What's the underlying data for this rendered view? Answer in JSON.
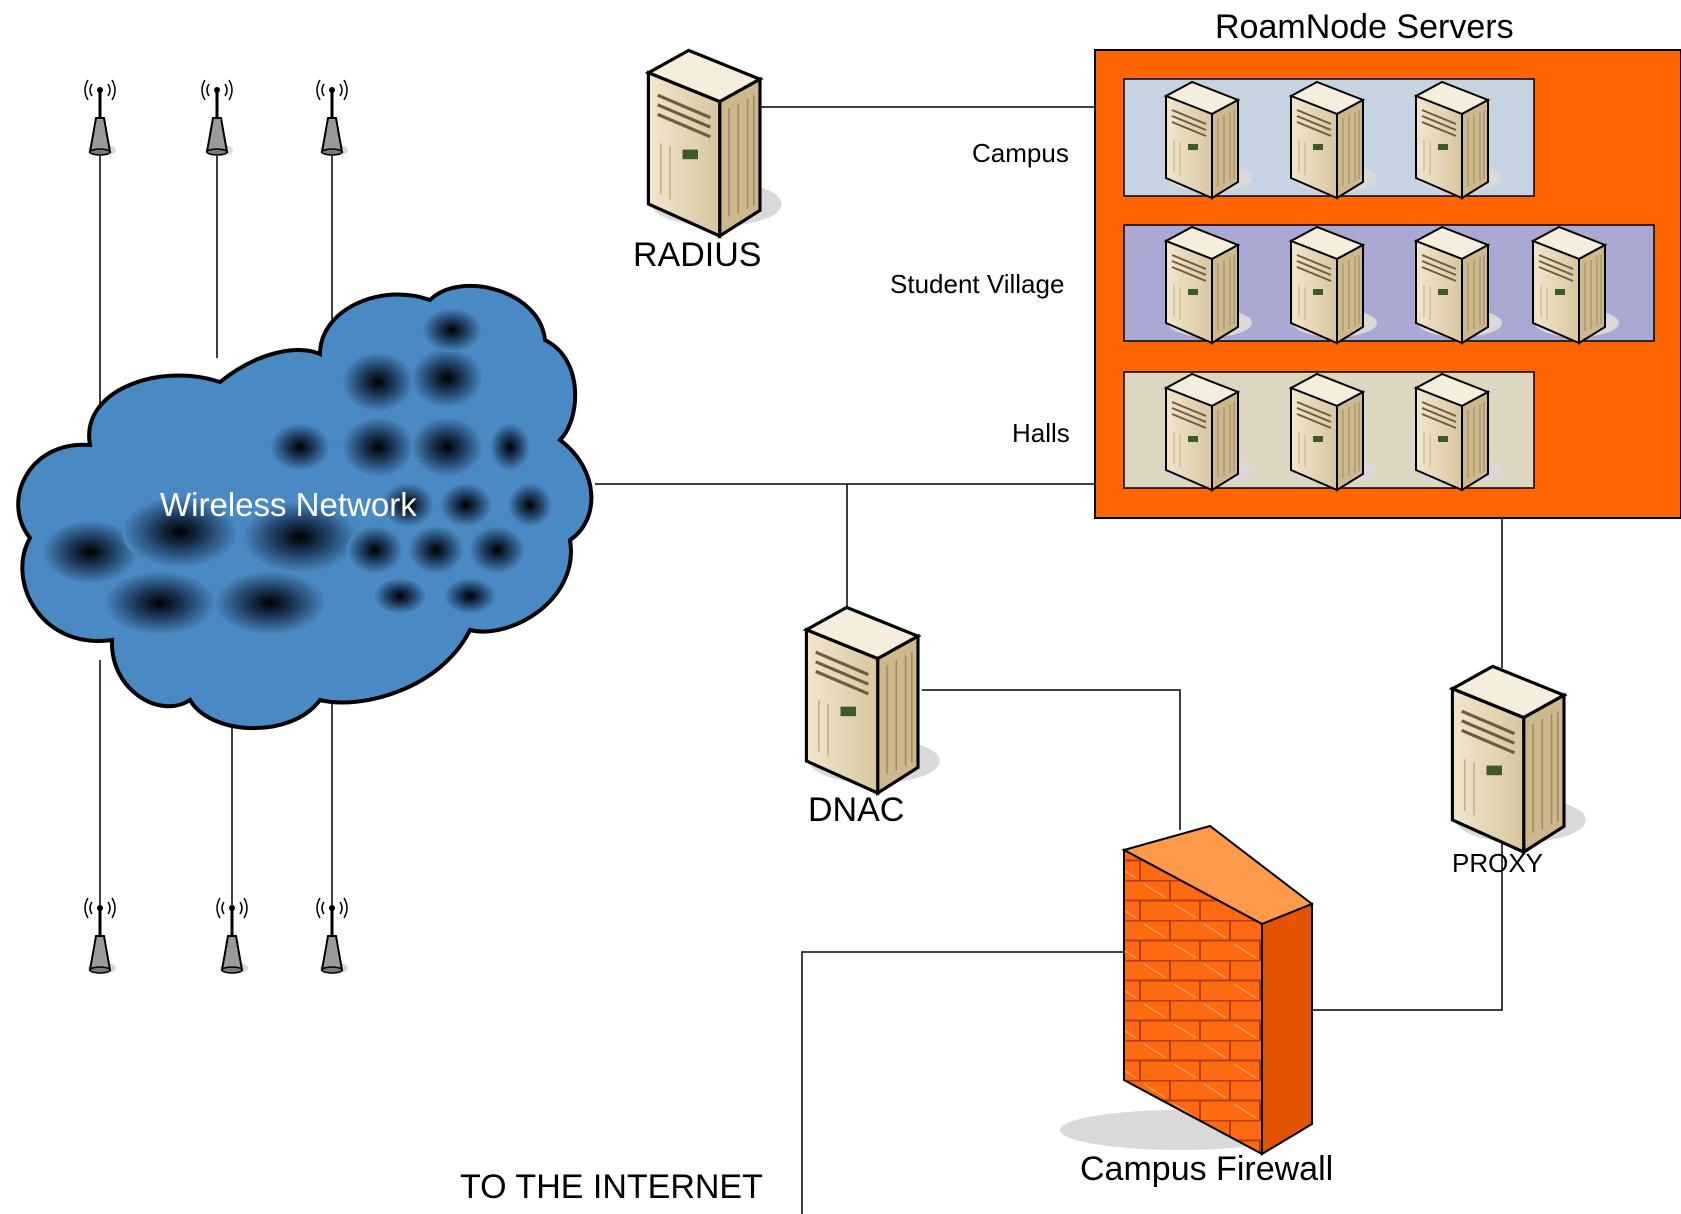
{
  "labels": {
    "roamnode": "RoamNode Servers",
    "campus": "Campus",
    "student_village": "Student Village",
    "halls": "Halls",
    "radius": "RADIUS",
    "wireless": "Wireless Network",
    "dnac": "DNAC",
    "proxy": "PROXY",
    "firewall": "Campus Firewall",
    "internet": "TO THE INTERNET"
  },
  "colors": {
    "orange": "#ff6600",
    "campus_bg": "#c6d3e3",
    "village_bg": "#a9a9d4",
    "halls_bg": "#ddd6c0",
    "cloud": "#4a8ac4",
    "server_body": "#e2d3b3"
  },
  "icons": {
    "server": "server-icon",
    "antenna": "wireless-antenna-icon",
    "firewall": "firewall-icon",
    "cloud": "cloud-icon"
  }
}
